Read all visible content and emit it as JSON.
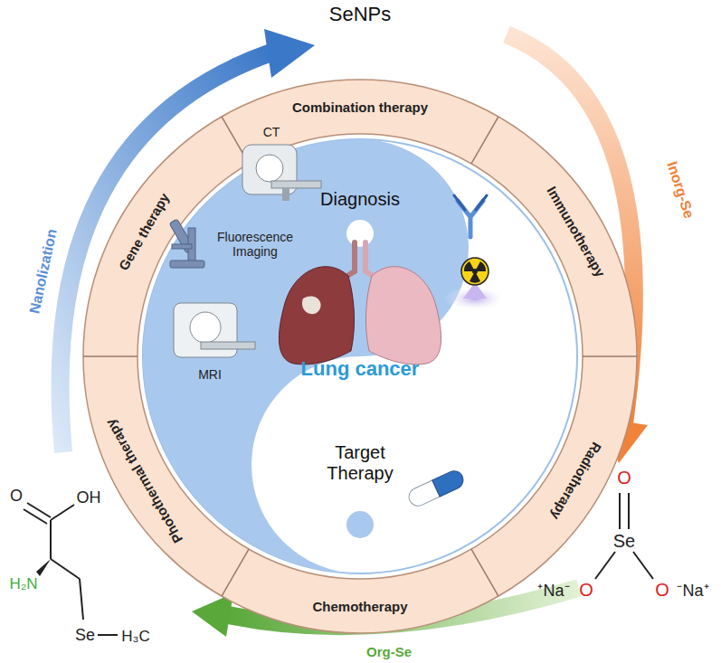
{
  "diagram": {
    "title": "SeNPs",
    "nodes": [
      {
        "text": [
          "Combination therapy"
        ]
      },
      {
        "text": [
          "Immunotherapy"
        ]
      },
      {
        "text": [
          "Radiotherapy"
        ]
      },
      {
        "text": [
          "Chemotherapy"
        ]
      },
      {
        "text": [
          "Photothermal therapy"
        ]
      },
      {
        "text": [
          "Gene therapy"
        ]
      }
    ],
    "labels": [
      "Nanolization",
      "Inorg-Se",
      "Org-Se",
      "CT",
      "Diagnosis",
      "Fluorescence Imaging",
      "MRI",
      "Lung cancer",
      "Target Therapy",
      "O",
      "Se",
      "⁺Na⁻",
      "O",
      "O",
      "⁻Na⁺",
      "O",
      "OH",
      "H₂N",
      "Se",
      "H₃C"
    ]
  }
}
